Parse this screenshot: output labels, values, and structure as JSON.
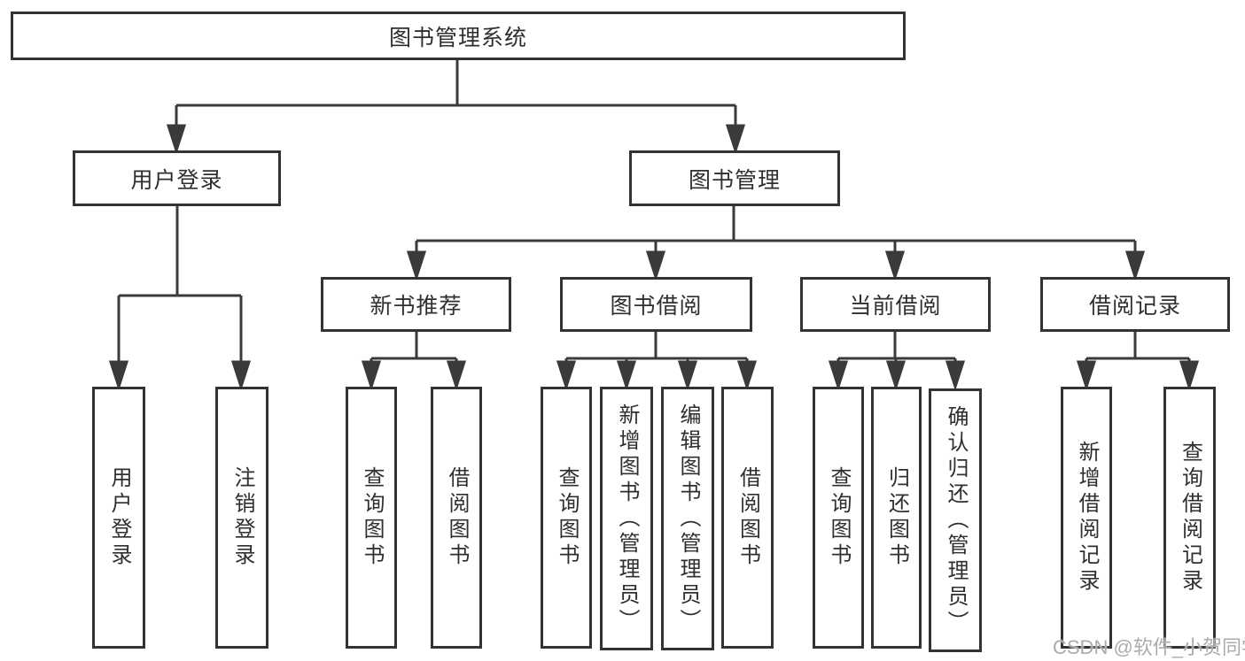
{
  "tree": {
    "label": "图书管理系统",
    "children": [
      {
        "label": "用户登录",
        "children": [
          {
            "label": "用户登录"
          },
          {
            "label": "注销登录"
          }
        ]
      },
      {
        "label": "图书管理",
        "children": [
          {
            "label": "新书推荐",
            "children": [
              {
                "label": "查询图书"
              },
              {
                "label": "借阅图书"
              }
            ]
          },
          {
            "label": "图书借阅",
            "children": [
              {
                "label": "查询图书"
              },
              {
                "label": "新增图书（管理员）"
              },
              {
                "label": "编辑图书（管理员）"
              },
              {
                "label": "借阅图书"
              }
            ]
          },
          {
            "label": "当前借阅",
            "children": [
              {
                "label": "查询图书"
              },
              {
                "label": "归还图书"
              },
              {
                "label": "确认归还（管理员）"
              }
            ]
          },
          {
            "label": "借阅记录",
            "children": [
              {
                "label": "新增借阅记录"
              },
              {
                "label": "查询借阅记录"
              }
            ]
          }
        ]
      }
    ]
  },
  "watermark": "CSDN @软件_小贺同学",
  "colors": {
    "line": "#3a3a3a",
    "box_border": "#333333",
    "text": "#2f2f2f",
    "watermark": "#ababab",
    "background": "#ffffff"
  }
}
